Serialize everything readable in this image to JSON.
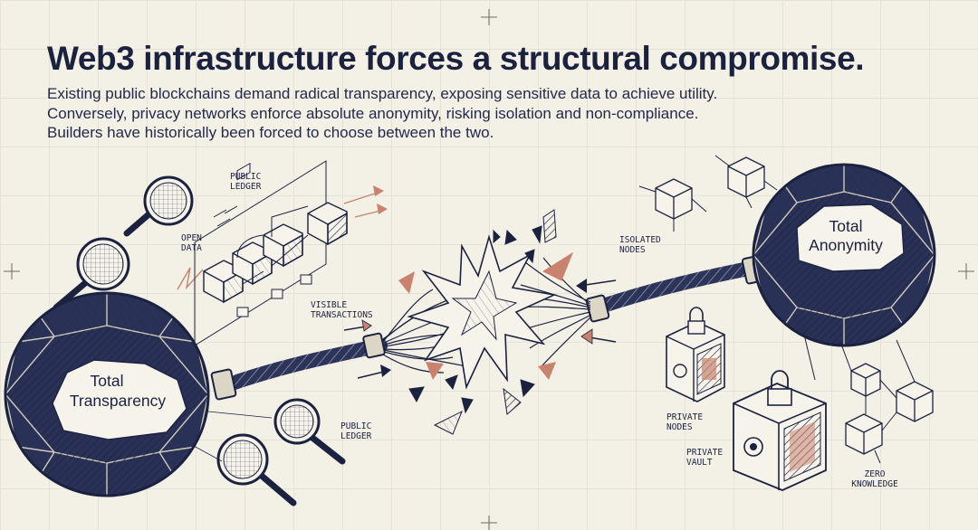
{
  "header": {
    "title": "Web3 infrastructure forces a structural compromise.",
    "lines": [
      "Existing public blockchains demand radical transparency, exposing sensitive data to achieve utility.",
      "Conversely, privacy networks enforce absolute anonymity, risking isolation and non-compliance.",
      "Builders have historically been forced to choose between the two."
    ]
  },
  "left": {
    "title_line1": "Total",
    "title_line2": "Transparency",
    "labels": {
      "public_ledger_top_1": "PUBLIC",
      "public_ledger_top_2": "LEDGER",
      "open_data_1": "OPEN",
      "open_data_2": "DATA",
      "visible_tx_1": "VISIBLE",
      "visible_tx_2": "TRANSACTIONS",
      "public_ledger_bottom_1": "PUBLIC",
      "public_ledger_bottom_2": "LEDGER"
    }
  },
  "right": {
    "title_line1": "Total",
    "title_line2": "Anonymity",
    "labels": {
      "isolated_1": "ISOLATED",
      "isolated_2": "NODES",
      "private_nodes_1": "PRIVATE",
      "private_nodes_2": "NODES",
      "private_vault_1": "PRIVATE",
      "private_vault_2": "VAULT",
      "zero_1": "ZERO",
      "zero_2": "KNOWLEDGE"
    }
  },
  "colors": {
    "ink": "#1b2240",
    "paper": "#f3f0e6",
    "accent": "#c9826d"
  }
}
